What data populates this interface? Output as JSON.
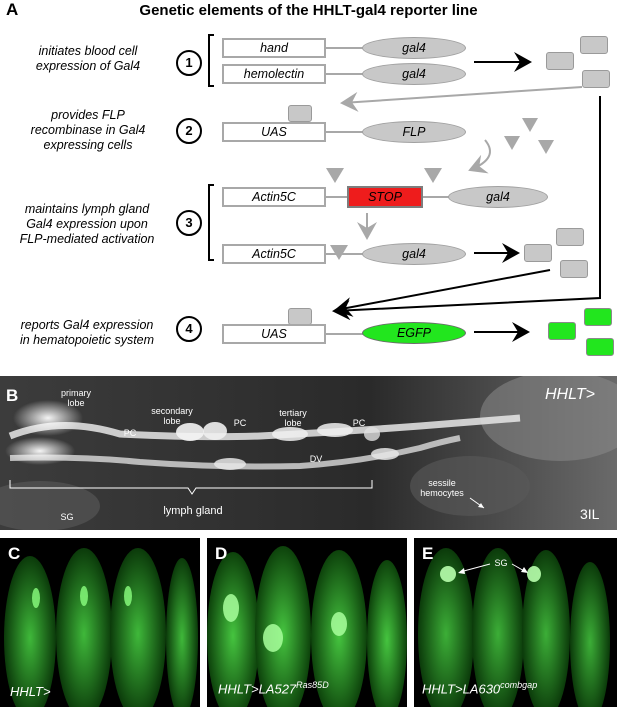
{
  "panelA": {
    "letter": "A",
    "title": "Genetic elements of the HHLT-gal4 reporter line",
    "steps": [
      {
        "num": "1",
        "desc_lines": [
          "initiates blood cell",
          "expression of Gal4"
        ]
      },
      {
        "num": "2",
        "desc_lines": [
          "provides FLP",
          "recombinase in Gal4",
          "expressing cells"
        ]
      },
      {
        "num": "3",
        "desc_lines": [
          "maintains lymph gland",
          "Gal4 expression upon",
          "FLP-mediated activation"
        ]
      },
      {
        "num": "4",
        "desc_lines": [
          "reports Gal4 expression",
          "in hematopoietic system"
        ]
      }
    ],
    "constructs": {
      "hand": "hand",
      "hemolectin": "hemolectin",
      "gal4": "gal4",
      "uas": "UAS",
      "flp": "FLP",
      "actin5c": "Actin5C",
      "stop": "STOP",
      "egfp": "EGFP"
    }
  },
  "panelB": {
    "letter": "B",
    "labels": {
      "primary": [
        "primary",
        "lobe"
      ],
      "secondary": [
        "secondary",
        "lobe"
      ],
      "tertiary": [
        "tertiary",
        "lobe"
      ],
      "pc": "PC",
      "dv": "DV",
      "sessile": [
        "sessile",
        "hemocytes"
      ],
      "lymph_gland": "lymph gland",
      "sg": "SG",
      "genotype": "HHLT>",
      "stage": "3IL"
    }
  },
  "panelC": {
    "letter": "C",
    "genotype": "HHLT>"
  },
  "panelD": {
    "letter": "D",
    "genotype_main": "HHLT>LA527",
    "genotype_sup": "Ras85D"
  },
  "panelE": {
    "letter": "E",
    "genotype_main": "HHLT>LA630",
    "genotype_sup": "combgap",
    "sg": "SG"
  },
  "colors": {
    "green": "#22e61e",
    "red": "#ee1c1c",
    "grey": "#c8c8c8"
  }
}
